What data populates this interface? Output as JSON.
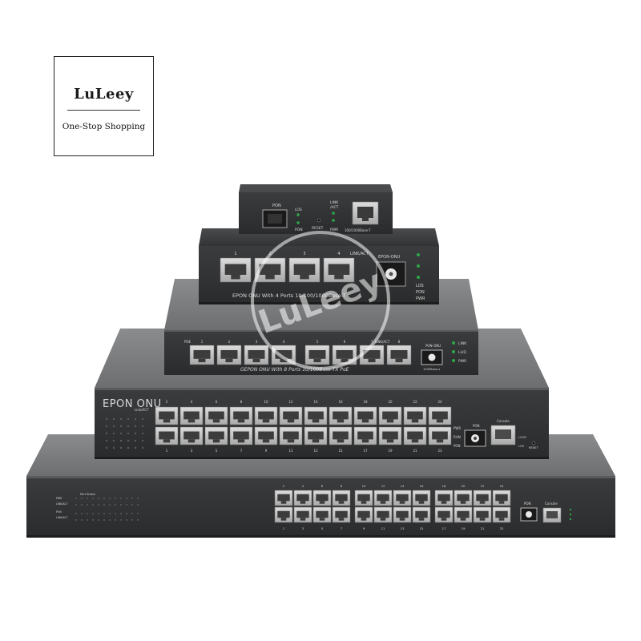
{
  "logo": {
    "name": "LuLeey",
    "tagline": "One-Stop Shopping"
  },
  "watermark": "LuLeey",
  "devices": {
    "d1": {
      "pon_label": "PON",
      "los_label": "LOS",
      "pon_led_label": "PON",
      "reset_label": "RESET",
      "link_label": "LINK",
      "act_label": "/ACT",
      "pwr_label": "PWR",
      "port_label": "100/1000Base-T"
    },
    "d2": {
      "port_numbers": [
        "1",
        "2",
        "3",
        "4"
      ],
      "linkact_label": "LINK/ACT",
      "epon_label": "EPON-ONU",
      "model_text": "EPON ONU With 4 Ports 10/100/1000Base-T",
      "led_labels": [
        "LOS",
        "PON",
        "PWR"
      ]
    },
    "d3": {
      "poe_label": "POE",
      "port_numbers": [
        "1",
        "2",
        "3",
        "4",
        "5",
        "6",
        "7",
        "8"
      ],
      "linkact_label": "LINK/ACT",
      "epon_label": "PON-ONU",
      "sfp_label": "1000Base-x",
      "model_text": "GEPON ONU With 8 Ports 10/100Base-TX PoE",
      "led_labels": [
        "LINK",
        "LLID",
        "PWR"
      ]
    },
    "d4": {
      "brand": "EPON ONU",
      "top_numbers": [
        "2",
        "4",
        "6",
        "8",
        "10",
        "12",
        "14",
        "16",
        "18",
        "20",
        "22",
        "24"
      ],
      "bottom_numbers": [
        "1",
        "3",
        "5",
        "7",
        "9",
        "11",
        "13",
        "15",
        "17",
        "19",
        "21",
        "23"
      ],
      "linkact_label": "Link/ACT",
      "pon_label": "PON",
      "console_label": "Console",
      "led_labels": [
        "PWR",
        "RUN",
        "PON"
      ],
      "loop_label": "LOOP",
      "los_label": "LOS",
      "reset_label": "RESET"
    },
    "d5": {
      "top_numbers": [
        "2",
        "4",
        "6",
        "8",
        "10",
        "12",
        "14",
        "16",
        "18",
        "20",
        "22",
        "24"
      ],
      "bottom_numbers": [
        "1",
        "3",
        "5",
        "7",
        "9",
        "11",
        "13",
        "15",
        "17",
        "19",
        "21",
        "23"
      ],
      "port_status_label": "Port Status",
      "left_labels": [
        "PWR",
        "LINK/ACT",
        "PON",
        "LINK/ACT"
      ],
      "pon_label": "PON",
      "console_label": "Console"
    }
  }
}
